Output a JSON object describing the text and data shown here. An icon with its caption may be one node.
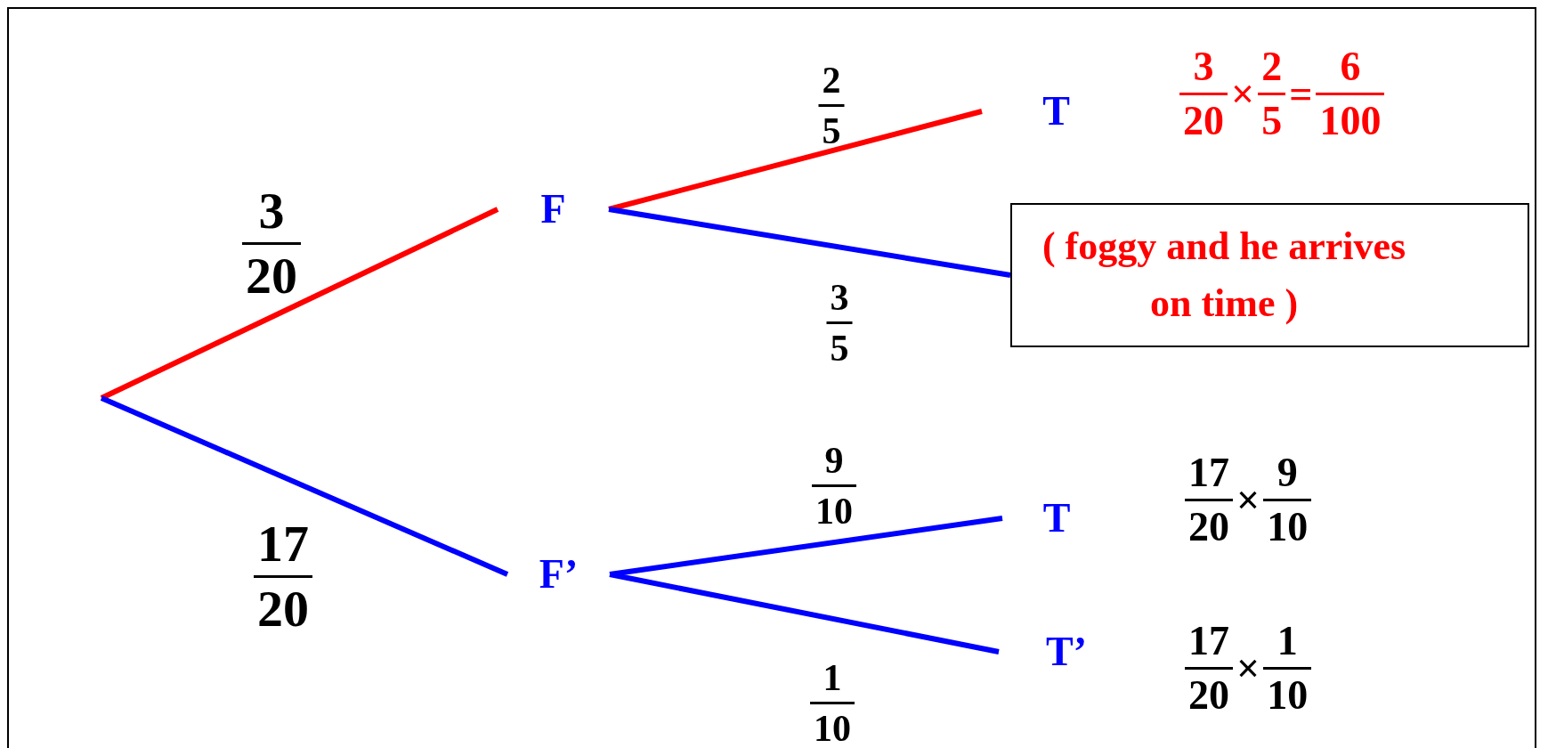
{
  "diagram": {
    "nodes": [
      {
        "text": [
          "F"
        ]
      },
      {
        "text": [
          "F’"
        ]
      },
      {
        "text": [
          "T"
        ],
        "beside": [
          "3 20",
          "×",
          "2 5",
          "=",
          "6 100"
        ]
      },
      {
        "text": [
          "T"
        ],
        "beside": [
          "17 20",
          "×",
          "9 10"
        ]
      },
      {
        "text": [
          "T’"
        ],
        "beside": [
          "17 20",
          "×",
          "1 10"
        ]
      },
      {
        "text": [
          "( foggy and he arrives on time )"
        ]
      }
    ],
    "edges": [
      {
        "from": null,
        "to": 0,
        "arrow": "none",
        "label": "3 20",
        "color": "#ff0000"
      },
      {
        "from": null,
        "to": 1,
        "arrow": "none",
        "label": "17 20"
      },
      {
        "from": 0,
        "to": 2,
        "arrow": "none",
        "label": "2 5",
        "color": "#ff0000"
      },
      {
        "from": 0,
        "to": 5,
        "arrow": "none",
        "label": "3 5"
      },
      {
        "from": 1,
        "to": 3,
        "arrow": "none",
        "label": "9 10"
      },
      {
        "from": 1,
        "to": 4,
        "arrow": "none",
        "label": "1 10"
      }
    ]
  }
}
